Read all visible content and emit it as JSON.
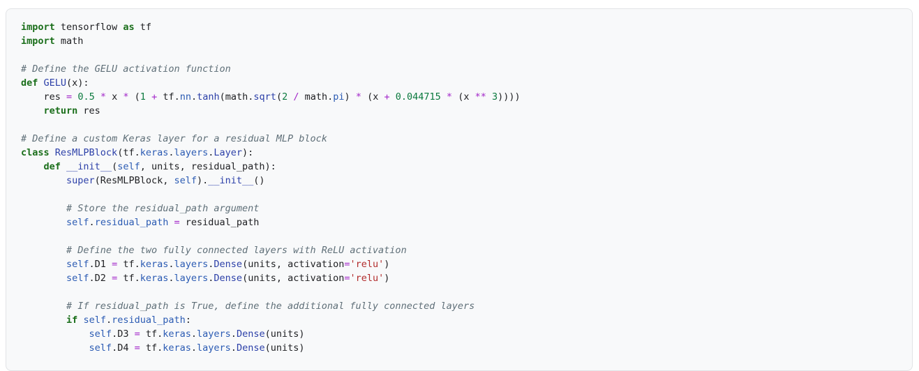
{
  "code": {
    "language": "python",
    "lines": [
      [
        [
          "kw",
          "import"
        ],
        [
          "txt",
          " tensorflow "
        ],
        [
          "kw",
          "as"
        ],
        [
          "txt",
          " tf"
        ]
      ],
      [
        [
          "kw",
          "import"
        ],
        [
          "txt",
          " math"
        ]
      ],
      [],
      [
        [
          "cmt",
          "# Define the GELU activation function"
        ]
      ],
      [
        [
          "kw",
          "def"
        ],
        [
          "txt",
          " "
        ],
        [
          "fn",
          "GELU"
        ],
        [
          "txt",
          "(x):"
        ]
      ],
      [
        [
          "txt",
          "    res "
        ],
        [
          "op",
          "="
        ],
        [
          "txt",
          " "
        ],
        [
          "num",
          "0.5"
        ],
        [
          "txt",
          " "
        ],
        [
          "op",
          "*"
        ],
        [
          "txt",
          " x "
        ],
        [
          "op",
          "*"
        ],
        [
          "txt",
          " ("
        ],
        [
          "num",
          "1"
        ],
        [
          "txt",
          " "
        ],
        [
          "op",
          "+"
        ],
        [
          "txt",
          " tf."
        ],
        [
          "attr",
          "nn"
        ],
        [
          "txt",
          "."
        ],
        [
          "fn",
          "tanh"
        ],
        [
          "txt",
          "(math."
        ],
        [
          "fn",
          "sqrt"
        ],
        [
          "txt",
          "("
        ],
        [
          "num",
          "2"
        ],
        [
          "txt",
          " "
        ],
        [
          "op",
          "/"
        ],
        [
          "txt",
          " math."
        ],
        [
          "attr",
          "pi"
        ],
        [
          "txt",
          ") "
        ],
        [
          "op",
          "*"
        ],
        [
          "txt",
          " (x "
        ],
        [
          "op",
          "+"
        ],
        [
          "txt",
          " "
        ],
        [
          "num",
          "0.044715"
        ],
        [
          "txt",
          " "
        ],
        [
          "op",
          "*"
        ],
        [
          "txt",
          " (x "
        ],
        [
          "op",
          "**"
        ],
        [
          "txt",
          " "
        ],
        [
          "num",
          "3"
        ],
        [
          "txt",
          "))))"
        ]
      ],
      [
        [
          "txt",
          "    "
        ],
        [
          "kw",
          "return"
        ],
        [
          "txt",
          " res"
        ]
      ],
      [],
      [
        [
          "cmt",
          "# Define a custom Keras layer for a residual MLP block"
        ]
      ],
      [
        [
          "kw",
          "class"
        ],
        [
          "txt",
          " "
        ],
        [
          "fn",
          "ResMLPBlock"
        ],
        [
          "txt",
          "(tf."
        ],
        [
          "attr",
          "keras"
        ],
        [
          "txt",
          "."
        ],
        [
          "attr",
          "layers"
        ],
        [
          "txt",
          "."
        ],
        [
          "fn",
          "Layer"
        ],
        [
          "txt",
          "):"
        ]
      ],
      [
        [
          "txt",
          "    "
        ],
        [
          "kw",
          "def"
        ],
        [
          "txt",
          " "
        ],
        [
          "fn",
          "__init__"
        ],
        [
          "txt",
          "("
        ],
        [
          "self",
          "self"
        ],
        [
          "txt",
          ", units, residual_path):"
        ]
      ],
      [
        [
          "txt",
          "        "
        ],
        [
          "fn",
          "super"
        ],
        [
          "txt",
          "(ResMLPBlock, "
        ],
        [
          "self",
          "self"
        ],
        [
          "txt",
          ")."
        ],
        [
          "fn",
          "__init__"
        ],
        [
          "txt",
          "()"
        ]
      ],
      [],
      [
        [
          "txt",
          "        "
        ],
        [
          "cmt",
          "# Store the residual_path argument"
        ]
      ],
      [
        [
          "txt",
          "        "
        ],
        [
          "self",
          "self"
        ],
        [
          "txt",
          "."
        ],
        [
          "attr",
          "residual_path"
        ],
        [
          "txt",
          " "
        ],
        [
          "op",
          "="
        ],
        [
          "txt",
          " residual_path"
        ]
      ],
      [],
      [
        [
          "txt",
          "        "
        ],
        [
          "cmt",
          "# Define the two fully connected layers with ReLU activation"
        ]
      ],
      [
        [
          "txt",
          "        "
        ],
        [
          "self",
          "self"
        ],
        [
          "txt",
          ".D1 "
        ],
        [
          "op",
          "="
        ],
        [
          "txt",
          " tf."
        ],
        [
          "attr",
          "keras"
        ],
        [
          "txt",
          "."
        ],
        [
          "attr",
          "layers"
        ],
        [
          "txt",
          "."
        ],
        [
          "fn",
          "Dense"
        ],
        [
          "txt",
          "(units, activation"
        ],
        [
          "op",
          "="
        ],
        [
          "str",
          "'relu'"
        ],
        [
          "txt",
          ")"
        ]
      ],
      [
        [
          "txt",
          "        "
        ],
        [
          "self",
          "self"
        ],
        [
          "txt",
          ".D2 "
        ],
        [
          "op",
          "="
        ],
        [
          "txt",
          " tf."
        ],
        [
          "attr",
          "keras"
        ],
        [
          "txt",
          "."
        ],
        [
          "attr",
          "layers"
        ],
        [
          "txt",
          "."
        ],
        [
          "fn",
          "Dense"
        ],
        [
          "txt",
          "(units, activation"
        ],
        [
          "op",
          "="
        ],
        [
          "str",
          "'relu'"
        ],
        [
          "txt",
          ")"
        ]
      ],
      [],
      [
        [
          "txt",
          "        "
        ],
        [
          "cmt",
          "# If residual_path is True, define the additional fully connected layers"
        ]
      ],
      [
        [
          "txt",
          "        "
        ],
        [
          "kw",
          "if"
        ],
        [
          "txt",
          " "
        ],
        [
          "self",
          "self"
        ],
        [
          "txt",
          "."
        ],
        [
          "attr",
          "residual_path"
        ],
        [
          "txt",
          ":"
        ]
      ],
      [
        [
          "txt",
          "            "
        ],
        [
          "self",
          "self"
        ],
        [
          "txt",
          ".D3 "
        ],
        [
          "op",
          "="
        ],
        [
          "txt",
          " tf."
        ],
        [
          "attr",
          "keras"
        ],
        [
          "txt",
          "."
        ],
        [
          "attr",
          "layers"
        ],
        [
          "txt",
          "."
        ],
        [
          "fn",
          "Dense"
        ],
        [
          "txt",
          "(units)"
        ]
      ],
      [
        [
          "txt",
          "            "
        ],
        [
          "self",
          "self"
        ],
        [
          "txt",
          ".D4 "
        ],
        [
          "op",
          "="
        ],
        [
          "txt",
          " tf."
        ],
        [
          "attr",
          "keras"
        ],
        [
          "txt",
          "."
        ],
        [
          "attr",
          "layers"
        ],
        [
          "txt",
          "."
        ],
        [
          "fn",
          "Dense"
        ],
        [
          "txt",
          "(units)"
        ]
      ]
    ]
  }
}
